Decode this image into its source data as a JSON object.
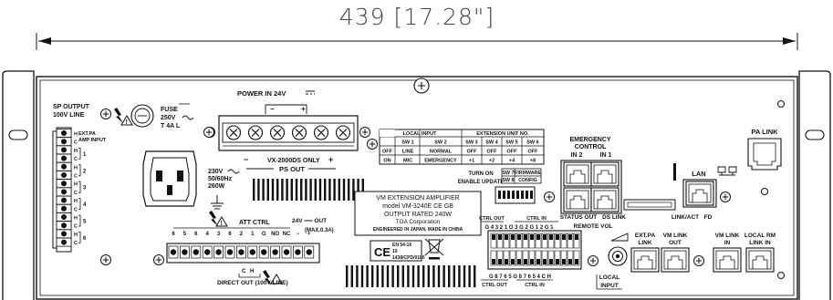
{
  "dimension": {
    "text": "439 [17.28\"]"
  },
  "sp_output": {
    "title_line1": "SP OUTPUT",
    "title_line2": "100V LINE",
    "ext_pa_label": "EXT.PA",
    "amp_input_label": "AMP INPUT",
    "terminal_marks": [
      "H",
      "C",
      "H",
      "C",
      "H",
      "C",
      "H",
      "C",
      "H",
      "C",
      "H",
      "C",
      "H",
      "C"
    ],
    "channel_numbers": [
      "1",
      "2",
      "3",
      "4",
      "5",
      "6"
    ]
  },
  "fuse": {
    "label": "FUSE",
    "rating": "250V",
    "type": "T 4A L"
  },
  "power_in": {
    "label": "POWER IN 24V",
    "ps_out_label": "PS OUT",
    "vx_only_label": "VX-2000DS ONLY",
    "minus": "−",
    "plus": "+"
  },
  "ac_inlet": {
    "line1": "230V",
    "line2": "50/60Hz",
    "line3": "260W"
  },
  "dip_table": {
    "local_input_header": "LOCAL INPUT",
    "extension_header": "EXTENSION UNIT NO.",
    "switch_headers": [
      "SW 1",
      "SW 2",
      "SW 3",
      "SW 4",
      "SW 5",
      "SW 6"
    ],
    "rows": [
      {
        "state": "OFF",
        "cells": [
          "LINE",
          "NORMAL",
          "OFF",
          "OFF",
          "OFF",
          "OFF"
        ]
      },
      {
        "state": "ON",
        "cells": [
          "MIC",
          "EMERGENCY",
          "+1",
          "+2",
          "+4",
          "+8"
        ]
      }
    ],
    "turn_on_label": "TURN ON",
    "enable_update_label": "ENABLE UPDATE",
    "sw7_label": "SW 7",
    "firmware_label": "FIRMWARE",
    "sw8_label": "SW 8",
    "config_label": "CONFIG"
  },
  "emergency": {
    "line1": "EMERGENCY",
    "line2": "CONTROL",
    "in2": "IN 2",
    "in1": "IN 1",
    "status_out": "STATUS OUT",
    "ds_link": "DS LINK",
    "remote_vol": "REMOTE VOL"
  },
  "lan": {
    "label": "LAN",
    "link_act": "LINK/ACT",
    "fd": "FD"
  },
  "pa_link": {
    "label": "PA LINK"
  },
  "nameplate": {
    "line1": "VM EXTENSION AMPLIFIER",
    "line2": "model  VM-3240E CE GB",
    "line3": "OUTPUT RATED 240W",
    "line4": "TOA Corporation",
    "line5": "ENGINEERED IN JAPAN, MADE IN CHINA"
  },
  "attenuator": {
    "label": "ATT CTRL",
    "out_label": "24V ══ OUT",
    "max_label": "(MAX.0.3A)",
    "numbers": [
      "6",
      "5",
      "6",
      "4",
      "3",
      "6",
      "2",
      "1",
      "G",
      "NO",
      "NC",
      "−",
      "+"
    ],
    "direct_out": "DIRECT OUT (100V LINE)",
    "c_label": "C",
    "h_label": "H"
  },
  "cert": {
    "ce": "CE",
    "line1": "EN 54-16",
    "line2": "10",
    "line3": "1438/CPD/0180"
  },
  "ctrl": {
    "top_out_label": "CTRL OUT",
    "top_in_label": "CTRL IN",
    "top_numbers": "G 4 3 2 1 G 3 G 2 G 1 2 G 1",
    "bottom_numbers": "G 8 7 6 5 G 8 7 6 5 4 C H",
    "bottom_out_label": "CTRL OUT",
    "bottom_in_label": "CTRL IN"
  },
  "local_input": {
    "label_line1": "LOCAL",
    "label_line2": "INPUT"
  },
  "links": {
    "ext_pa_line1": "EXT.PA",
    "ext_pa_line2": "LINK",
    "vm_link_out_line1": "VM LINK",
    "vm_link_out_line2": "OUT",
    "vm_link_in_line1": "VM LINK",
    "vm_link_in_line2": "IN",
    "local_rm_line1": "LOCAL RM",
    "local_rm_line2": "LINK IN"
  },
  "icons": {
    "ground": "ground-symbol-icon",
    "screw": "screw-plus-icon",
    "warning": "warning-triangle-icon",
    "lightning": "lightning-bolt-icon"
  }
}
